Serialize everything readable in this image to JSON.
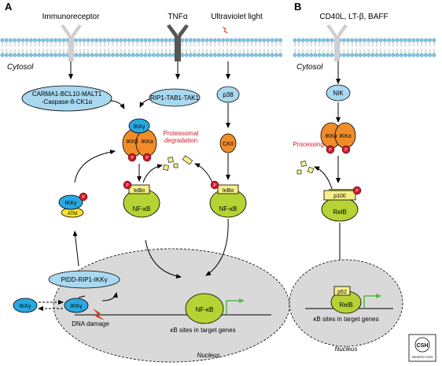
{
  "panel_a": {
    "letter": "A",
    "receptors": [
      "Immunoreceptor",
      "TNFα",
      "Ultraviolet light"
    ],
    "cytosol": "Cytosol",
    "carma_line1": "CARMA1-BCL10-MALT1",
    "carma_line2": "-Caspase-8-CK1α",
    "rip_tab": "RIP1-TAB1-TAK1",
    "p38": "p38",
    "ikk_gamma": "IKKγ",
    "ikk_beta": "IKKβ",
    "ikk_alpha": "IKKα",
    "phospho": "P",
    "proteasomal_line1": "Proteasomal",
    "proteasomal_line2": "degradation",
    "ckii": "CKII",
    "ikba": "IκBα",
    "nfkb": "NF-κB",
    "atm": "ATM",
    "pidd": "PIDD-RIP1-IKKγ",
    "dna_damage": "DNA damage",
    "kb_sites": "κB sites in target genes",
    "nucleus": "Nucleus"
  },
  "panel_b": {
    "letter": "B",
    "receptor": "CD40L, LT-β, BAFF",
    "cytosol": "Cytosol",
    "nik": "NIK",
    "processing": "Processing",
    "p100": "p100",
    "relb": "RelB",
    "p52": "p52",
    "kb_sites": "κB sites in target genes",
    "nucleus": "Nucleus"
  },
  "logo": {
    "line1": "CSH",
    "line2": "PERSPECTIVES"
  },
  "colors": {
    "membrane_head": "#7fc3e0",
    "receptor": "#cfcfcf",
    "receptor_dark": "#555555",
    "light_blue": "#a9d8f0",
    "blue": "#29a8e0",
    "orange": "#f08c2a",
    "red": "#d4182a",
    "green": "#b5d334",
    "yellow": "#f5ef8a",
    "nucleus": "#d9d9d9",
    "arrow_green": "#55b848"
  }
}
